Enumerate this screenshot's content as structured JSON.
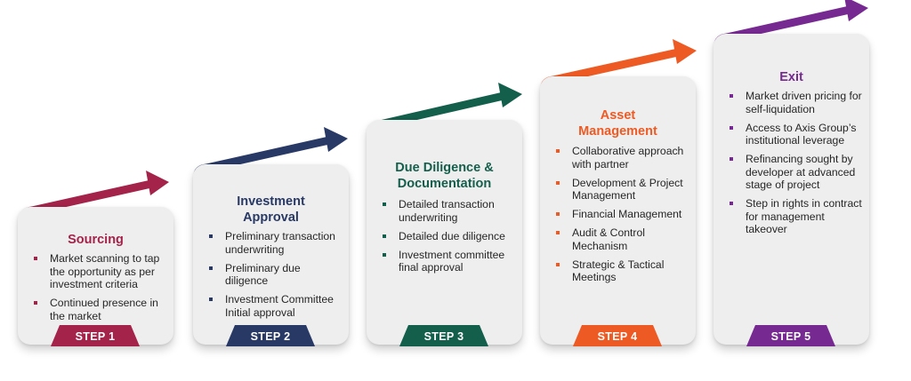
{
  "steps": [
    {
      "step_label": "STEP 1",
      "title": "Sourcing",
      "color": "#a3234a",
      "bullets": [
        "Market scanning to tap the opportunity as per investment criteria",
        "Continued presence in the market"
      ]
    },
    {
      "step_label": "STEP 2",
      "title": "Investment Approval",
      "color": "#283966",
      "bullets": [
        "Preliminary transaction underwriting",
        "Preliminary due diligence",
        "Investment Committee Initial approval"
      ]
    },
    {
      "step_label": "STEP 3",
      "title": "Due Diligence & Documentation",
      "color": "#145f4c",
      "bullets": [
        "Detailed transaction underwriting",
        "Detailed due diligence",
        "Investment committee final approval"
      ]
    },
    {
      "step_label": "STEP 4",
      "title": "Asset Management",
      "color": "#ee5a24",
      "bullets": [
        "Collaborative approach with partner",
        "Development & Project Management",
        "Financial Management",
        "Audit & Control Mechanism",
        "Strategic & Tactical Meetings"
      ]
    },
    {
      "step_label": "STEP 5",
      "title": "Exit",
      "color": "#762a91",
      "bullets": [
        "Market driven pricing for self-liquidation",
        "Access to Axis Group’s institutional leverage",
        "Refinancing sought by developer at advanced stage of project",
        "Step in rights in contract for management takeover"
      ]
    }
  ]
}
